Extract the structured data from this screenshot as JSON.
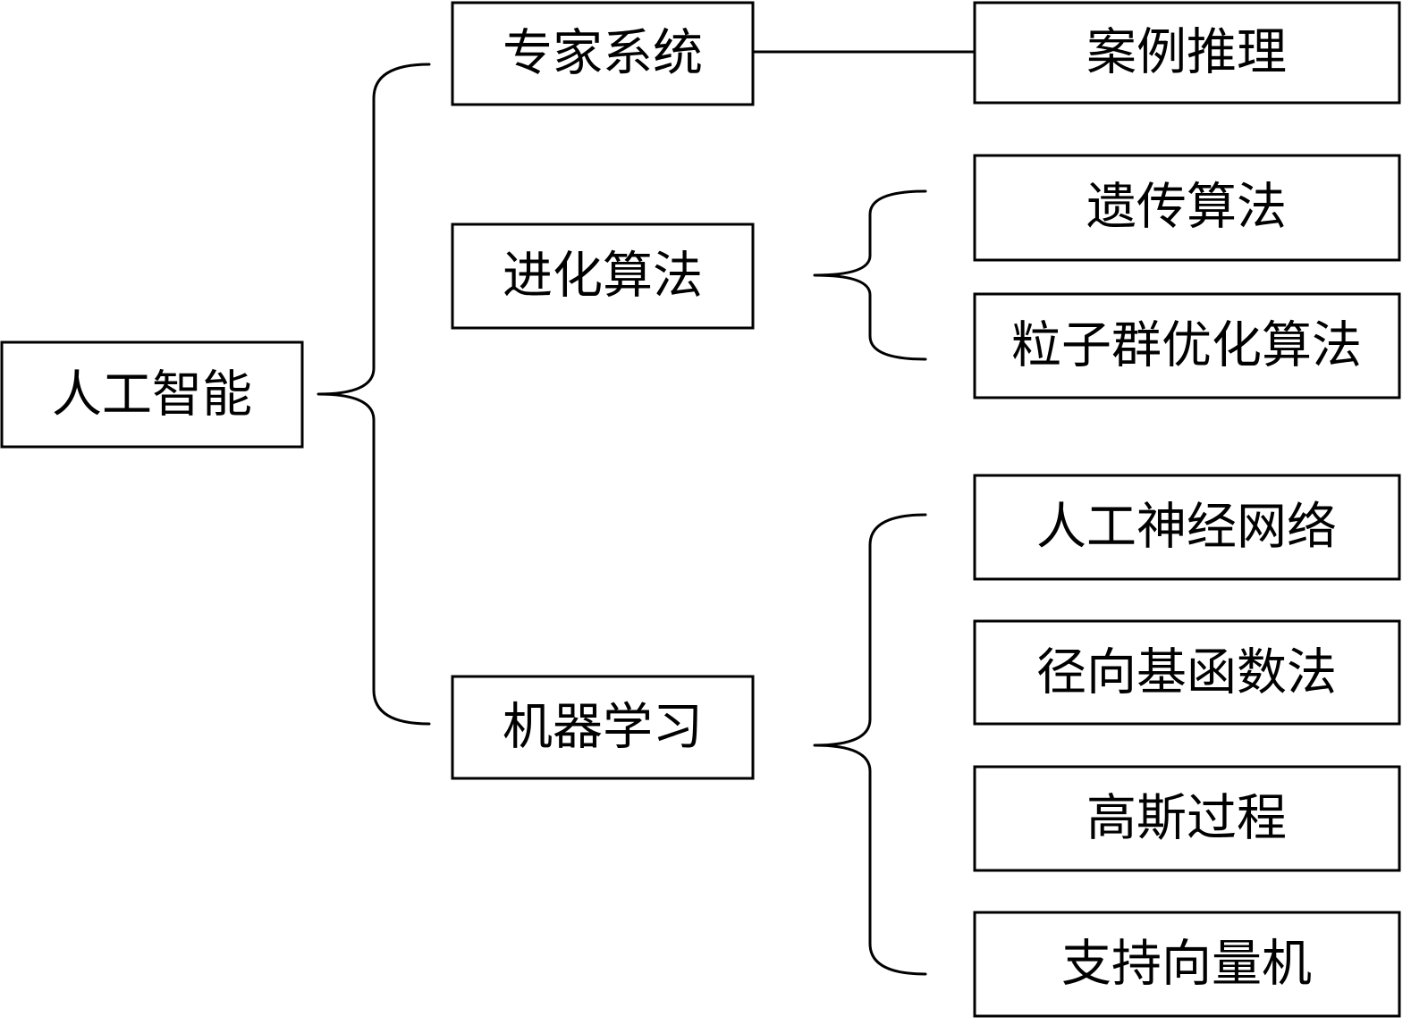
{
  "root": {
    "label": "人工智能"
  },
  "categories": [
    {
      "label": "专家系统",
      "children": [
        "案例推理"
      ]
    },
    {
      "label": "进化算法",
      "children": [
        "遗传算法",
        "粒子群优化算法"
      ]
    },
    {
      "label": "机器学习",
      "children": [
        "人工神经网络",
        "径向基函数法",
        "高斯过程",
        "支持向量机"
      ]
    }
  ]
}
